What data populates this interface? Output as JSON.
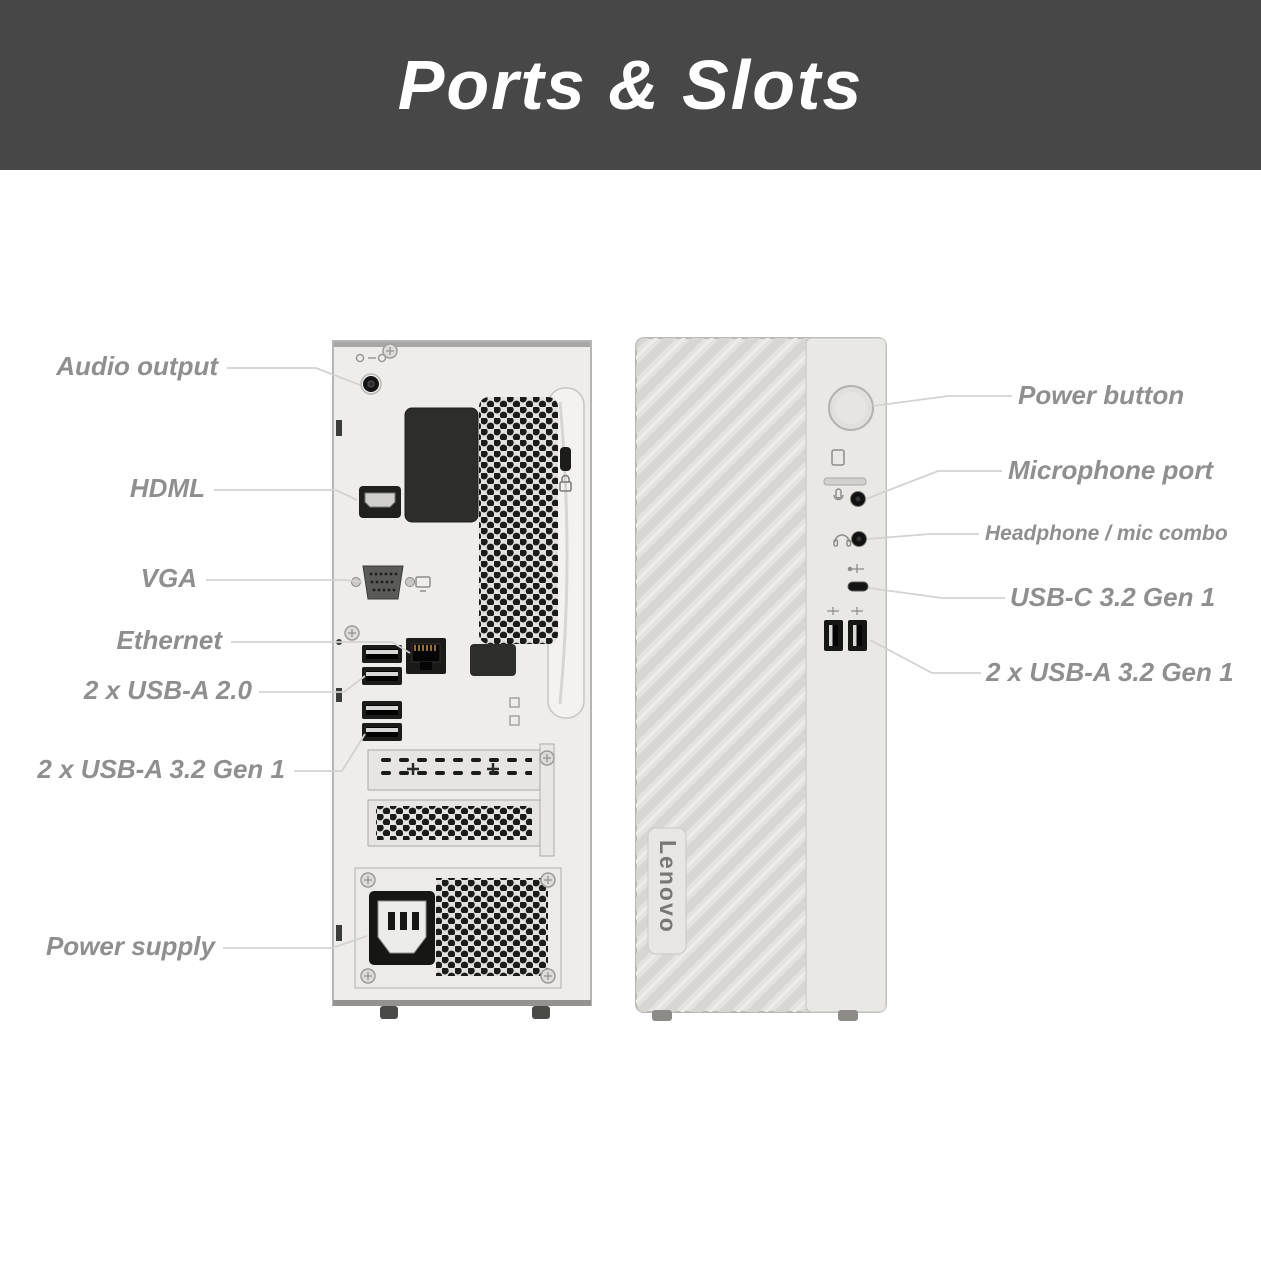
{
  "title": "Ports & Slots",
  "colors": {
    "header_bg": "#474747",
    "label_text": "#8f8f8f",
    "leader_line": "#d2d2d2",
    "chassis_light": "#eeedeb",
    "chassis_front": "#e4e3e0"
  },
  "back_panel_labels": {
    "audio_output": "Audio output",
    "hdmi": "HDML",
    "vga": "VGA",
    "ethernet": "Ethernet",
    "usb_a_20": "2 x USB-A 2.0",
    "usb_a_32": "2 x USB-A 3.2 Gen 1",
    "power_supply": "Power supply"
  },
  "front_panel_labels": {
    "power_button": "Power button",
    "microphone": "Microphone port",
    "headphone_combo": "Headphone / mic combo",
    "usb_c": "USB-C 3.2 Gen 1",
    "usb_a_32": "2 x USB-A 3.2 Gen 1"
  },
  "device": {
    "brand": "Lenovo"
  }
}
